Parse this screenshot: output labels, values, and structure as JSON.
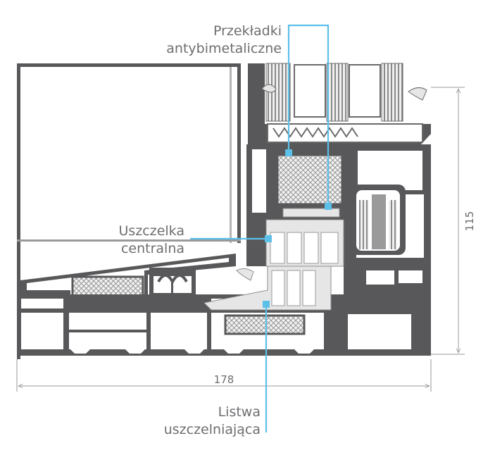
{
  "labels": {
    "przekladki_line1": "Przekładki",
    "przekladki_line2": "antybimetaliczne",
    "uszczelka_line1": "Uszczelka",
    "uszczelka_line2": "centralna",
    "listwa_line1": "Listwa",
    "listwa_line2": "uszczelniająca"
  },
  "dimensions": {
    "width": "178",
    "height": "115"
  },
  "colors": {
    "profile": "#58585a",
    "callout": "#5bc0e8",
    "text": "#6d6e71",
    "dimension_line": "#9a9a9a"
  }
}
